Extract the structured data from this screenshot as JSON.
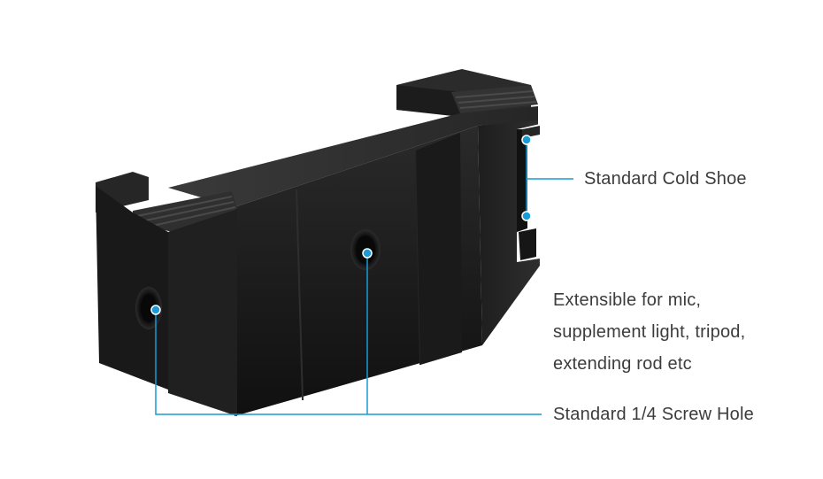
{
  "callouts": {
    "cold_shoe": "Standard Cold Shoe",
    "extensible_lines": [
      "Extensible for mic,",
      "supplement light, tripod,",
      "extending rod etc"
    ],
    "screw_hole": "Standard 1/4 Screw Hole"
  },
  "colors": {
    "background": "#ffffff",
    "leader_line": "#1a9ad6",
    "text": "#3c3c3c",
    "product_body": "#1b1b1b"
  },
  "icons": {
    "product": "phone-clamp-bracket-illustration"
  }
}
